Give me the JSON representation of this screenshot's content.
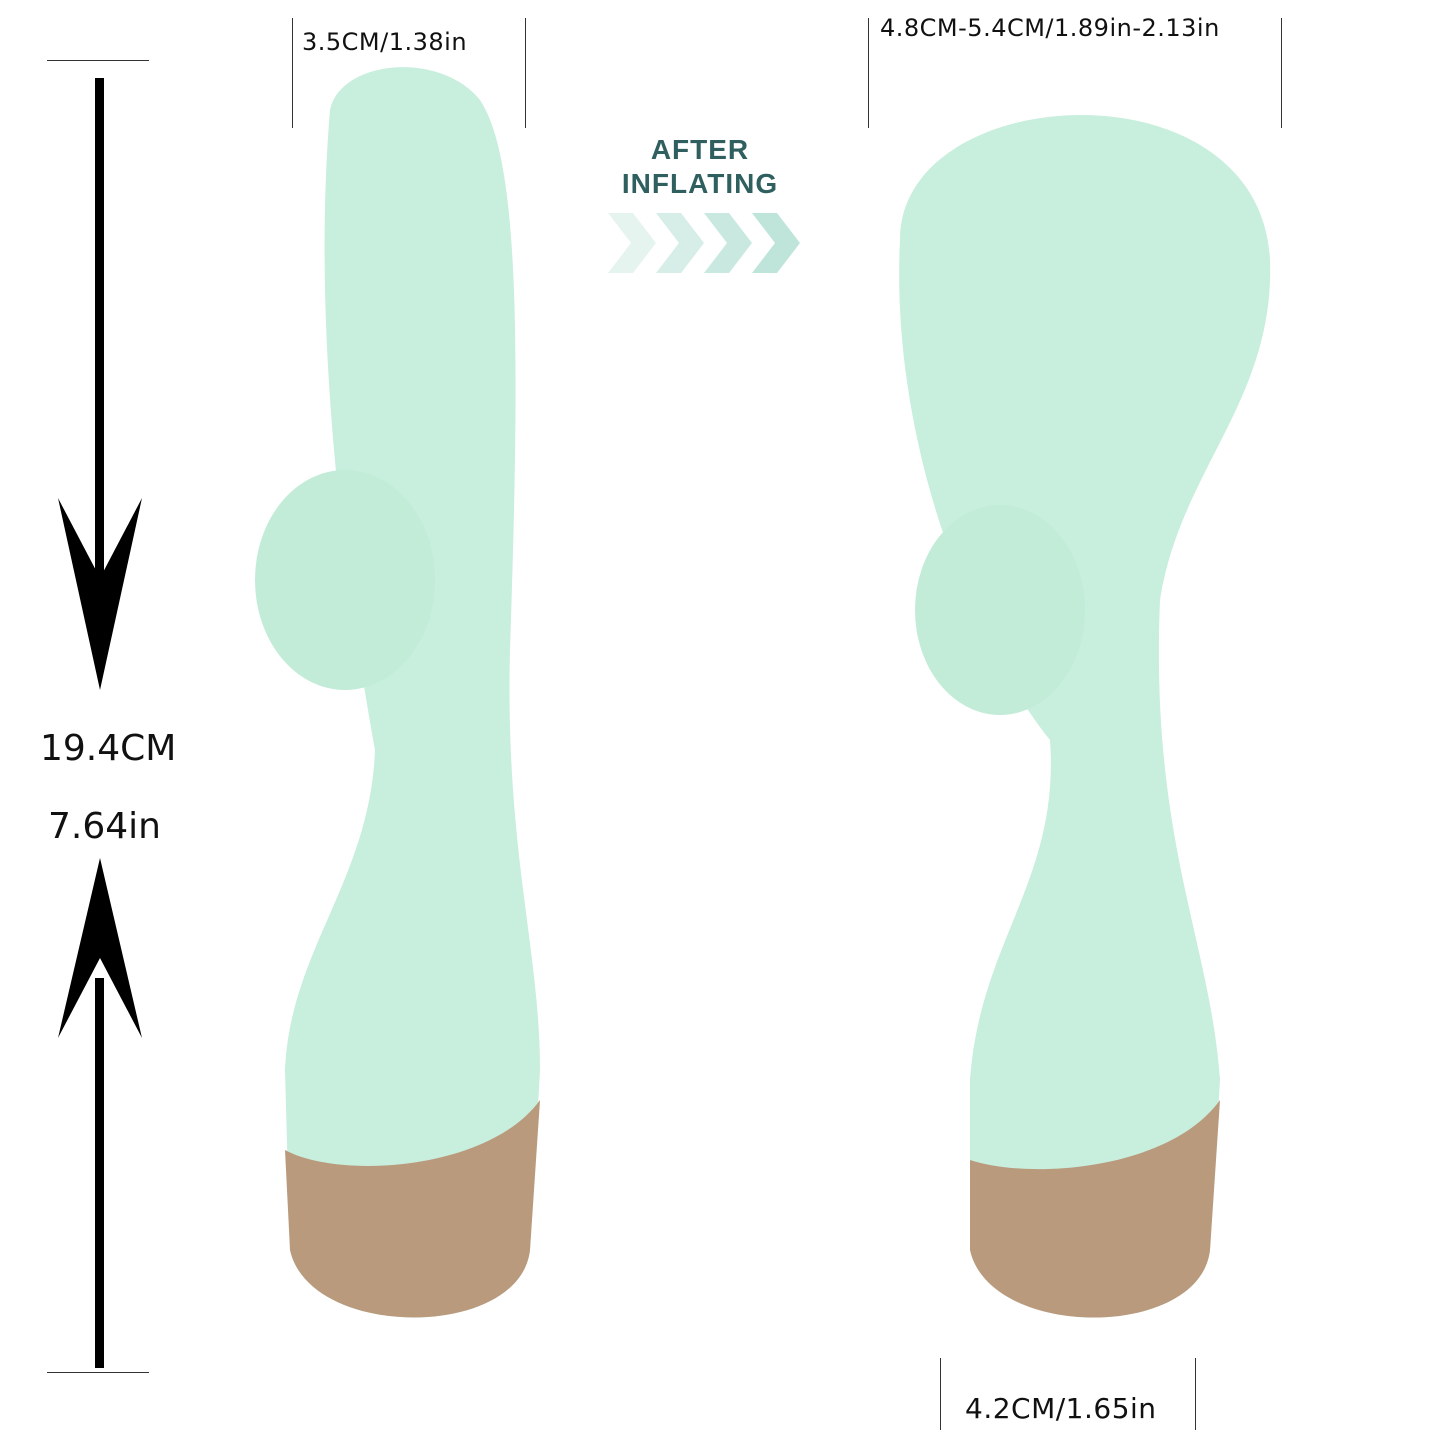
{
  "dimensions": {
    "top_width_before": "3.5CM/1.38in",
    "top_width_after": "4.8CM-5.4CM/1.89in-2.13in",
    "length_cm": "19.4CM",
    "length_in": "7.64in",
    "base_width": "4.2CM/1.65in"
  },
  "transition": {
    "line1": "AFTER",
    "line2": "INFLATING"
  },
  "colors": {
    "product": "#c8eedd",
    "base": "#b99a7d",
    "heading": "#2f5f5e",
    "chevron": "#cfe9e3"
  }
}
